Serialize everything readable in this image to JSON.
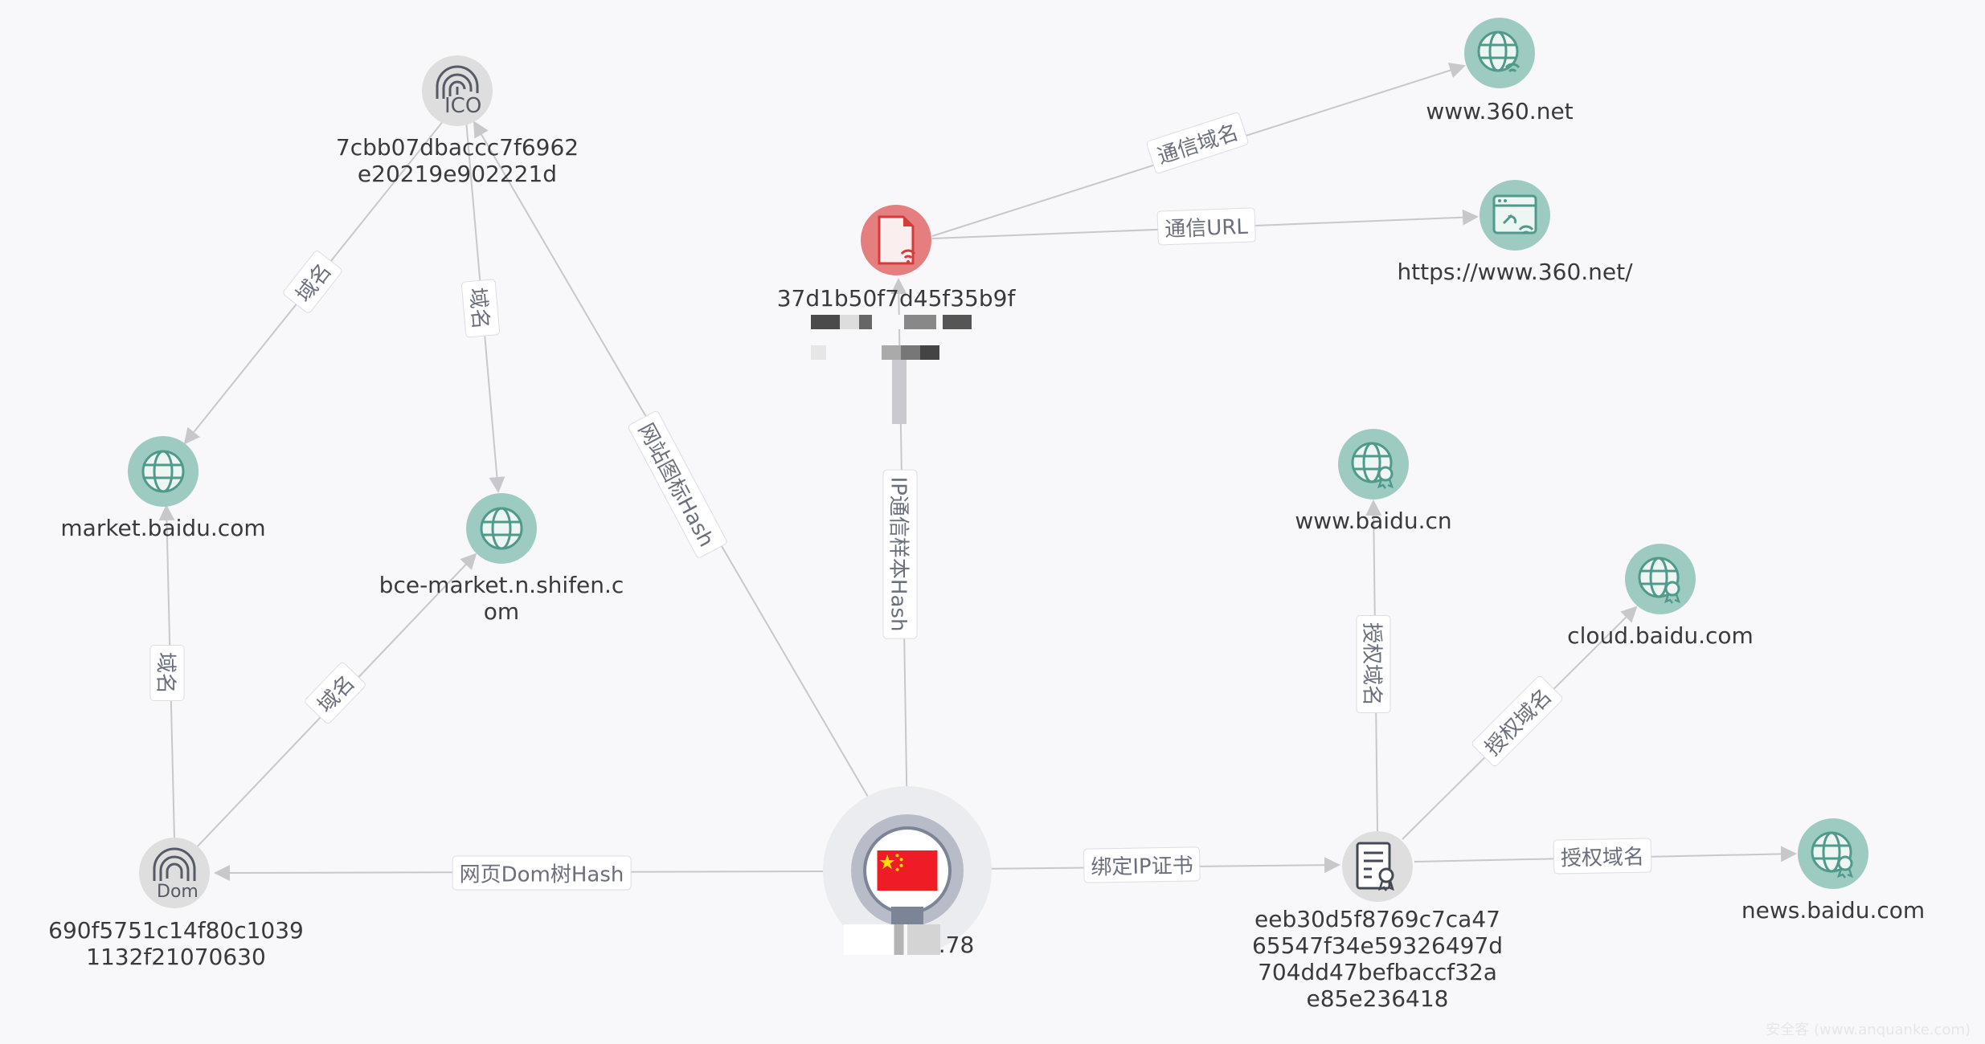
{
  "nodes": {
    "ico": {
      "label_l1": "7cbb07dbaccc7f6962",
      "label_l2": "e20219e902221d",
      "icon_text": "ICO"
    },
    "sample": {
      "label": "37d1b50f7d45f35b9f"
    },
    "www360": {
      "label": "www.360.net"
    },
    "url360": {
      "label": "https://www.360.net/"
    },
    "market": {
      "label": "market.baidu.com"
    },
    "bce": {
      "label_l1": "bce-market.n.shifen.c",
      "label_l2": "om"
    },
    "wwwbaidu": {
      "label": "www.baidu.cn"
    },
    "cloud": {
      "label": "cloud.baidu.com"
    },
    "dom": {
      "label_l1": "690f5751c14f80c1039",
      "label_l2": "1132f21070630",
      "icon_text": "Dom"
    },
    "ip": {
      "label": ".78"
    },
    "cert": {
      "label_l1": "eeb30d5f8769c7ca47",
      "label_l2": "65547f34e59326497d",
      "label_l3": "704dd47befbaccf32a",
      "label_l4": "e85e236418"
    },
    "news": {
      "label": "news.baidu.com"
    }
  },
  "edges": {
    "comm_domain": "通信域名",
    "comm_url": "通信URL",
    "ico_market": "域名",
    "ico_bce": "域名",
    "favicon_hash": "网站图标Hash",
    "ip_sample_hash": "IP通信样本Hash",
    "dom_market": "域名",
    "dom_bce": "域名",
    "dom_hash": "网页Dom树Hash",
    "bind_cert": "绑定IP证书",
    "auth_www": "授权域名",
    "auth_cloud": "授权域名",
    "auth_news": "授权域名"
  },
  "watermark": "安全客 (www.anquanke.com)",
  "colors": {
    "globe": "#9dcbc2",
    "globe_stroke": "#4f9a8b",
    "sample": "#e57e7e",
    "edge": "#c8c8cc"
  }
}
